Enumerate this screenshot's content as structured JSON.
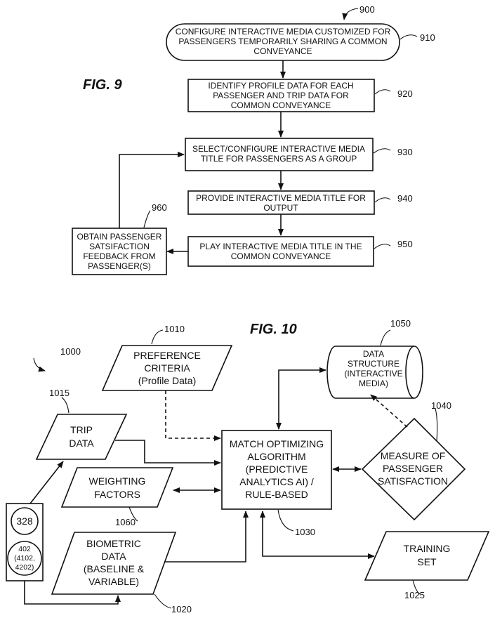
{
  "fig9": {
    "title": "FIG. 9",
    "ref": "900",
    "steps": {
      "910": {
        "lines": [
          "CONFIGURE INTERACTIVE MEDIA CUSTOMIZED FOR",
          "PASSENGERS TEMPORARILY SHARING A COMMON",
          "CONVEYANCE"
        ],
        "ref": "910"
      },
      "920": {
        "lines": [
          "IDENTIFY PROFILE DATA FOR EACH",
          "PASSENGER AND TRIP DATA FOR",
          "COMMON CONVEYANCE"
        ],
        "ref": "920"
      },
      "930": {
        "lines": [
          "SELECT/CONFIGURE INTERACTIVE MEDIA",
          "TITLE FOR PASSENGERS AS A GROUP"
        ],
        "ref": "930"
      },
      "940": {
        "lines": [
          "PROVIDE INTERACTIVE MEDIA TITLE FOR",
          "OUTPUT"
        ],
        "ref": "940"
      },
      "950": {
        "lines": [
          "PLAY INTERACTIVE MEDIA TITLE IN THE",
          "COMMON CONVEYANCE"
        ],
        "ref": "950"
      },
      "960": {
        "lines": [
          "OBTAIN PASSENGER",
          "SATSIFACTION",
          "FEEDBACK FROM",
          "PASSENGER(S)"
        ],
        "ref": "960"
      }
    }
  },
  "fig10": {
    "title": "FIG. 10",
    "ref": "1000",
    "nodes": {
      "preference": {
        "lines": [
          "PREFERENCE",
          "CRITERIA",
          "(Profile Data)"
        ],
        "ref": "1010"
      },
      "trip": {
        "lines": [
          "TRIP",
          "DATA"
        ],
        "ref": "1015"
      },
      "weighting": {
        "lines": [
          "WEIGHTING",
          "FACTORS"
        ],
        "ref": "1060"
      },
      "biometric": {
        "lines": [
          "BIOMETRIC",
          "DATA",
          "(BASELINE &",
          "VARIABLE)"
        ],
        "ref": "1020"
      },
      "algorithm": {
        "lines": [
          "MATCH OPTIMIZING",
          "ALGORITHM",
          "(PREDICTIVE",
          "ANALYTICS AI) /",
          "RULE-BASED"
        ],
        "ref": "1030"
      },
      "datastructure": {
        "lines": [
          "DATA",
          "STRUCTURE",
          "(INTERACTIVE",
          "MEDIA)"
        ],
        "ref": "1050"
      },
      "measure": {
        "lines": [
          "MEASURE OF",
          "PASSENGER",
          "SATISFACTION"
        ],
        "ref": "1040"
      },
      "training": {
        "lines": [
          "TRAINING",
          "SET"
        ],
        "ref": "1025"
      },
      "sensor328": {
        "label": "328"
      },
      "sensor402": {
        "lines": [
          "402",
          "(4102,",
          "4202)"
        ]
      }
    }
  }
}
